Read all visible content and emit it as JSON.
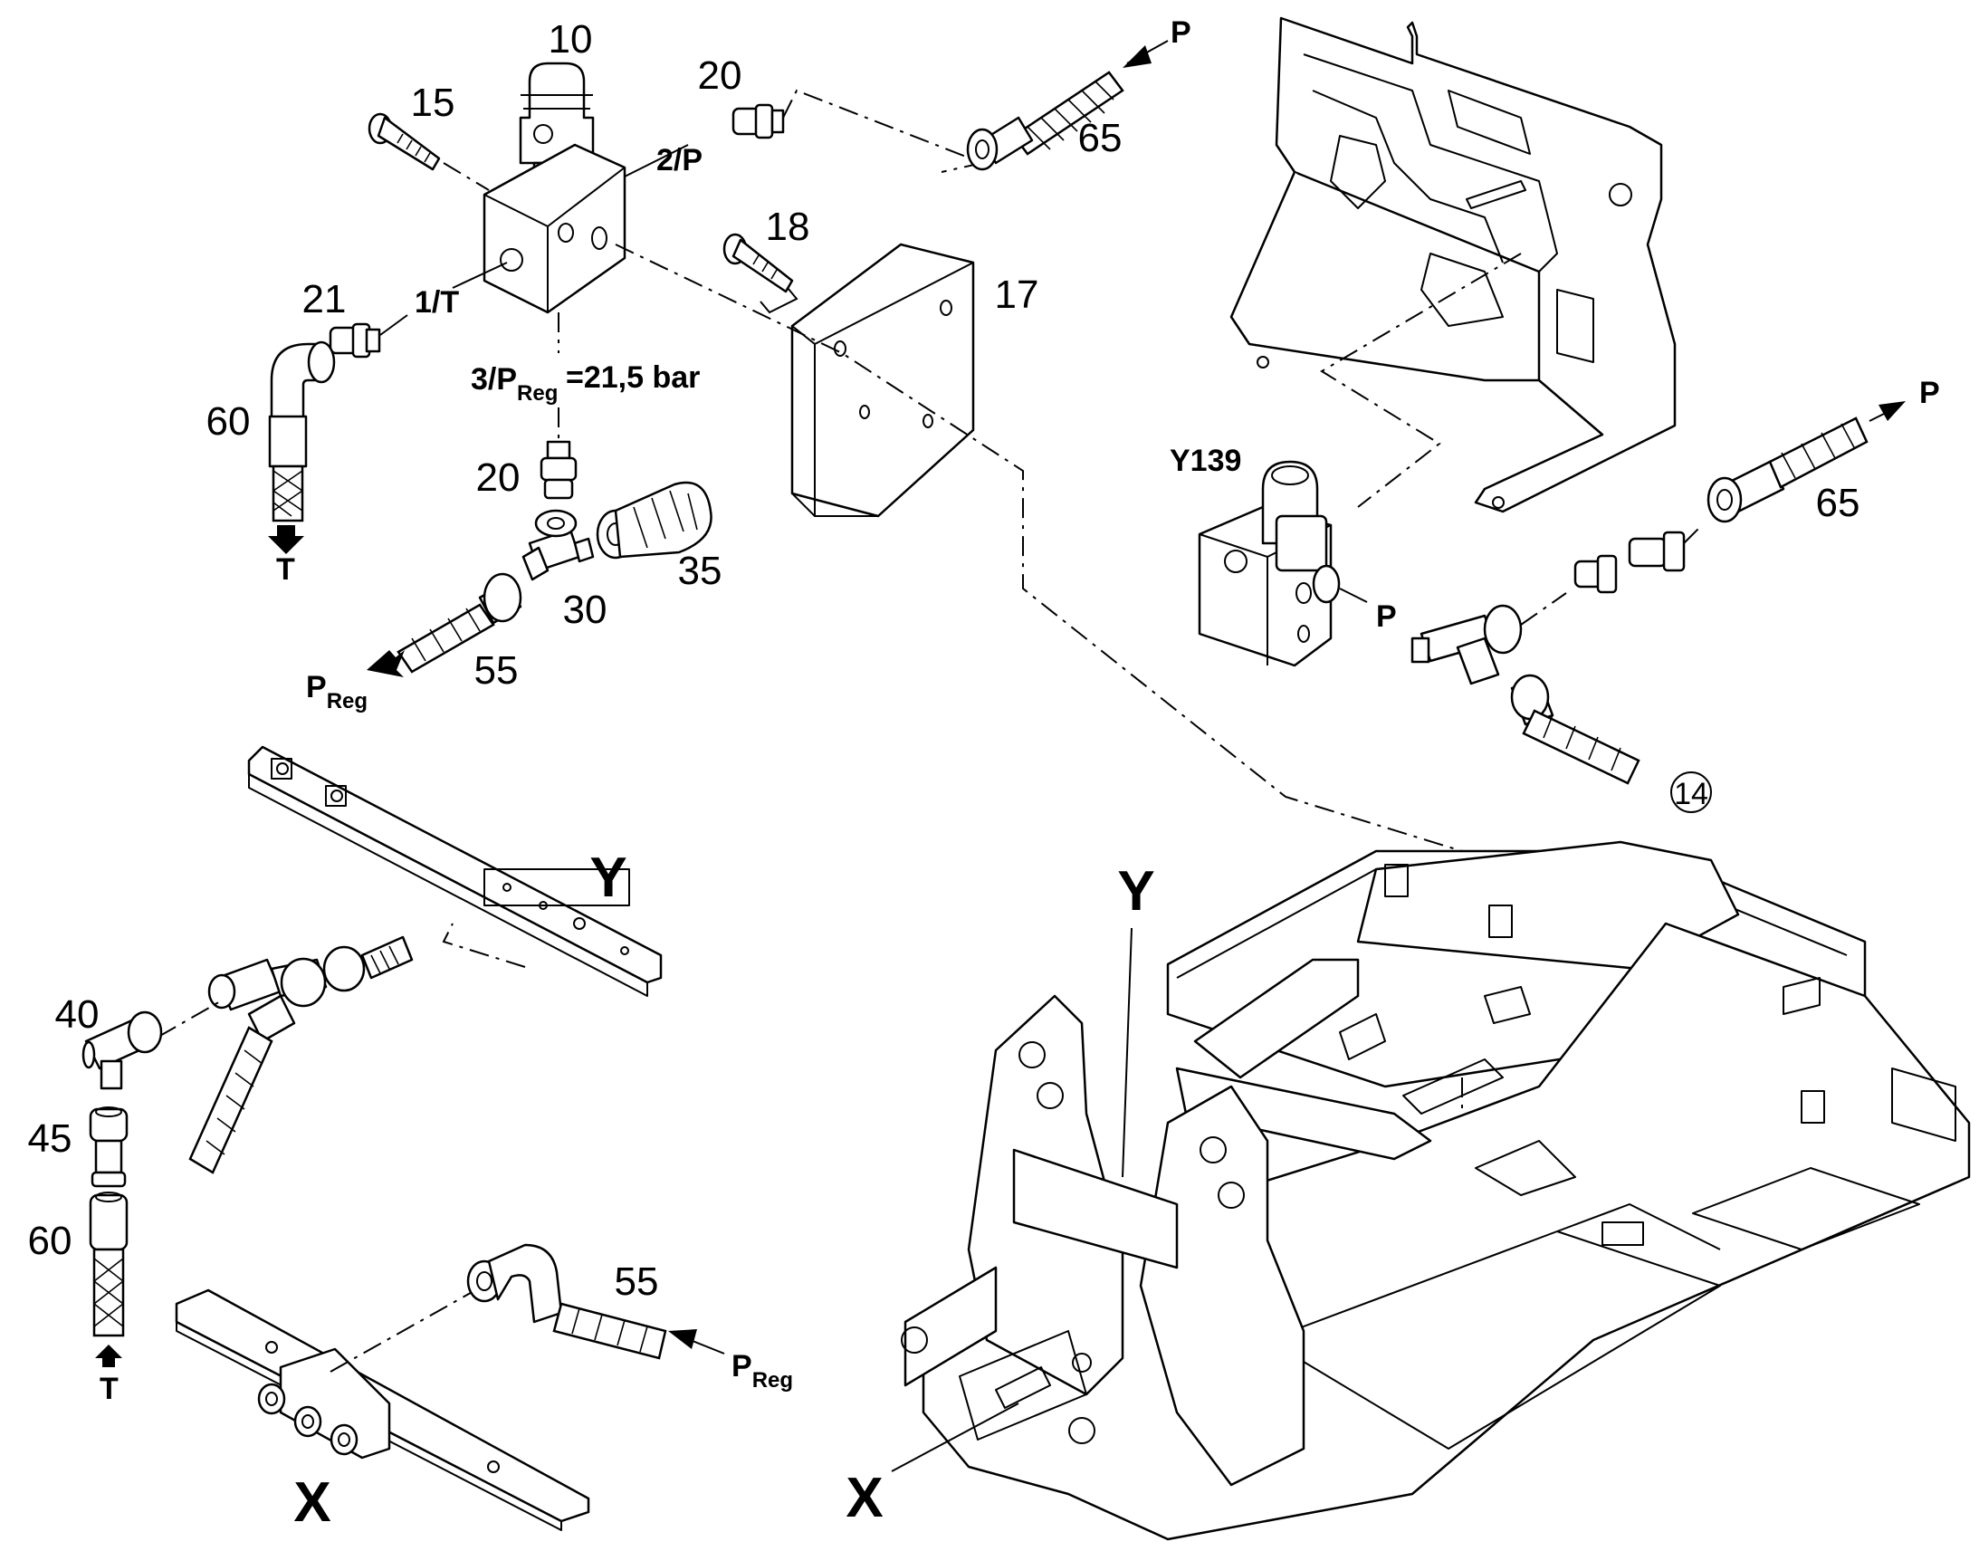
{
  "parts": {
    "p10": "10",
    "p15": "15",
    "p20a": "20",
    "p20b": "20",
    "p21": "21",
    "p60a": "60",
    "p60b": "60",
    "p18": "18",
    "p17": "17",
    "p65a": "65",
    "p65b": "65",
    "p30": "30",
    "p35": "35",
    "p55a": "55",
    "p55b": "55",
    "p40": "40",
    "p45": "45"
  },
  "ports": {
    "two_p": "2/P",
    "one_t": "1/T",
    "three_p_main": "3/P",
    "three_p_sub": "Reg",
    "pressure": "=21,5 bar",
    "p_top": "P",
    "p_right": "P",
    "p_valve": "P",
    "t_left": "T",
    "t_bottom": "T",
    "preg_main_a": "P",
    "preg_sub_a": "Reg",
    "preg_main_b": "P",
    "preg_sub_b": "Reg"
  },
  "valve_label": "Y139",
  "circle_ref": "14",
  "views": {
    "y_detail": "Y",
    "y_frame": "Y",
    "x_detail": "X",
    "x_frame": "X"
  },
  "icons": [
    "arrow-icon",
    "hose-icon",
    "fitting-icon"
  ]
}
